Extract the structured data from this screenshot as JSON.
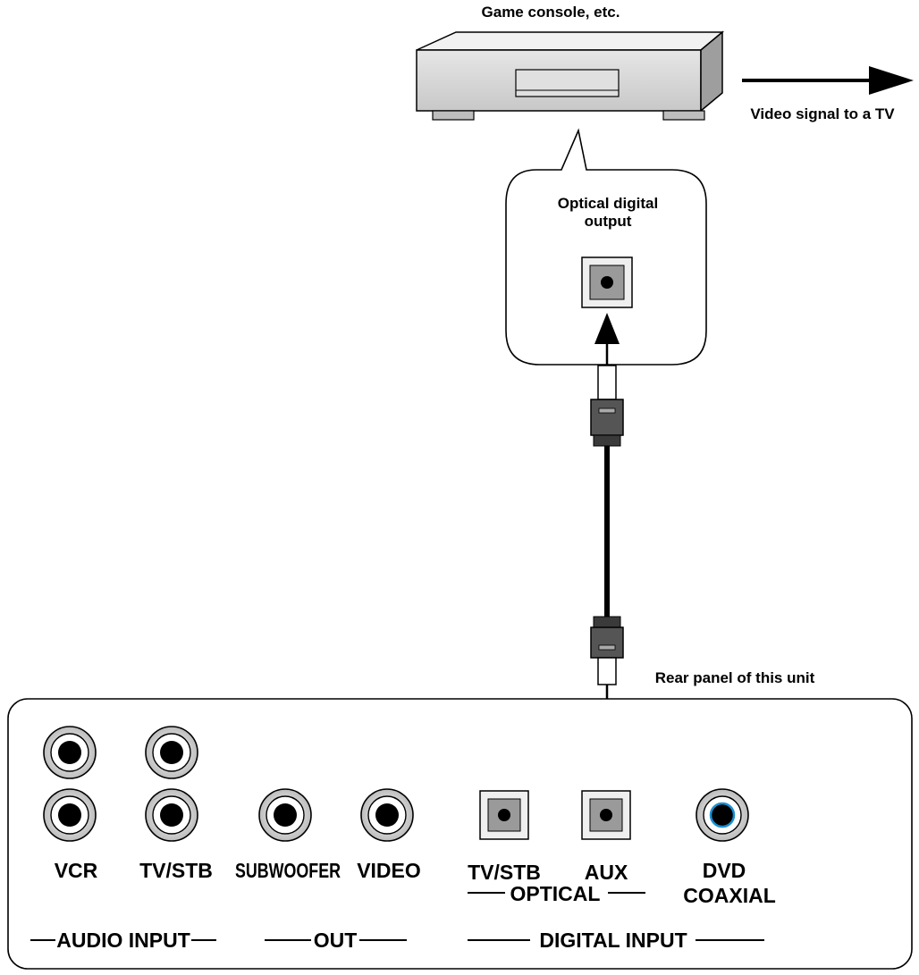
{
  "device": {
    "name": "Game console, etc.",
    "video_out_label": "Video signal to a TV"
  },
  "callout": {
    "port_label_line1": "Optical digital",
    "port_label_line2": "output"
  },
  "rear_panel": {
    "title": "Rear panel of this unit",
    "jacks": {
      "vcr": "VCR",
      "tv_stb": "TV/STB",
      "subwoofer": "SUBWOOFER",
      "video": "VIDEO",
      "optical_tv_stb": "TV/STB",
      "optical_aux": "AUX",
      "dvd": "DVD",
      "coaxial": "COAXIAL"
    },
    "groups": {
      "optical": "OPTICAL",
      "audio_input": "AUDIO INPUT",
      "out": "OUT",
      "digital_input": "DIGITAL INPUT"
    }
  },
  "colors": {
    "line": "#000000",
    "device_gray": "#d4d4d4",
    "coaxial_accent": "#1a8fd0"
  }
}
